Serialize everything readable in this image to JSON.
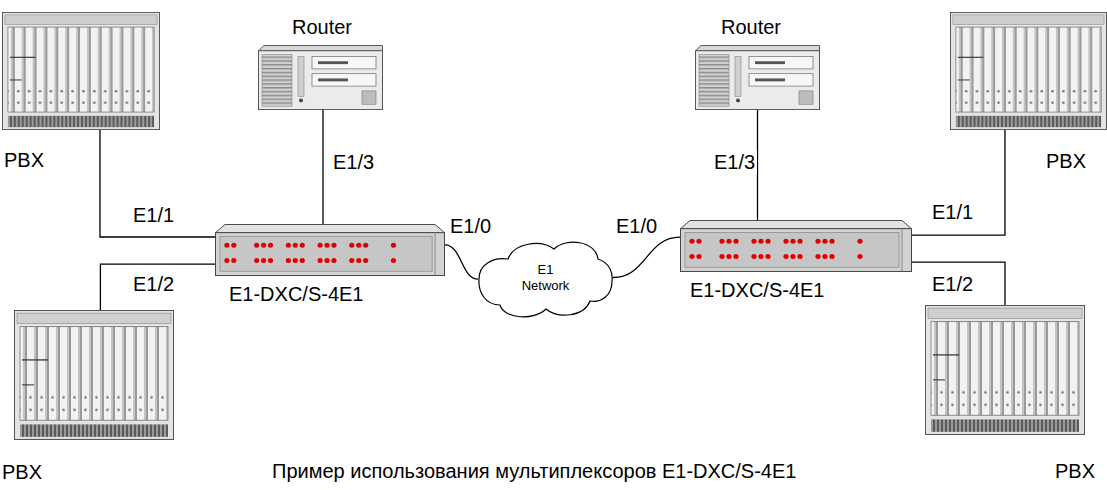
{
  "diagram": {
    "caption": "Пример использования мультиплексоров E1-DXC/S-4E1",
    "nodes": [
      {
        "text": [
          "PBX"
        ]
      },
      {
        "text": [
          "Router"
        ]
      },
      {
        "text": [
          "E1-DXC/S-4E1"
        ]
      },
      {
        "text": [
          "E1 Network"
        ]
      },
      {
        "text": [
          "Router"
        ]
      },
      {
        "text": [
          "PBX"
        ]
      },
      {
        "text": [
          "E1-DXC/S-4E1"
        ]
      },
      {
        "text": [
          "PBX"
        ]
      },
      {
        "text": [
          "PBX"
        ]
      }
    ],
    "edges": [
      {
        "from": 0,
        "to": 2,
        "arrow": "none",
        "label": "E1/1"
      },
      {
        "from": 7,
        "to": 2,
        "arrow": "none",
        "label": "E1/2"
      },
      {
        "from": 1,
        "to": 2,
        "arrow": "none",
        "label": "E1/3"
      },
      {
        "from": 2,
        "to": 3,
        "arrow": "none",
        "label": "E1/0"
      },
      {
        "from": 3,
        "to": 6,
        "arrow": "none",
        "label": "E1/0"
      },
      {
        "from": 4,
        "to": 6,
        "arrow": "none",
        "label": "E1/3"
      },
      {
        "from": 5,
        "to": 6,
        "arrow": "none",
        "label": "E1/1"
      },
      {
        "from": 8,
        "to": 6,
        "arrow": "none",
        "label": "E1/2"
      }
    ]
  }
}
